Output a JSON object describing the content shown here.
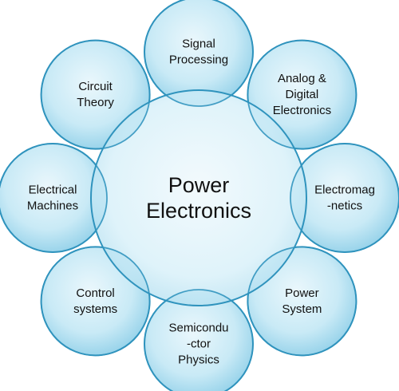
{
  "center": {
    "lines": [
      "Power",
      "Electronics"
    ]
  },
  "satellites": [
    {
      "id": "signal-processing",
      "lines": [
        "Signal",
        "Processing"
      ]
    },
    {
      "id": "analog-digital-electronics",
      "lines": [
        "Analog &",
        "Digital",
        "Electronics"
      ]
    },
    {
      "id": "electromagnetics",
      "lines": [
        "Electromag",
        "-netics"
      ]
    },
    {
      "id": "power-system",
      "lines": [
        "Power",
        "System"
      ]
    },
    {
      "id": "semiconductor-physics",
      "lines": [
        "Semicondu",
        "-ctor",
        "Physics"
      ]
    },
    {
      "id": "control-systems",
      "lines": [
        "Control",
        "systems"
      ]
    },
    {
      "id": "electrical-machines",
      "lines": [
        "Electrical",
        "Machines"
      ]
    },
    {
      "id": "circuit-theory",
      "lines": [
        "Circuit",
        "Theory"
      ]
    }
  ],
  "colors": {
    "fill_light": "#e6f5fb",
    "fill_mid": "#bfe6f5",
    "fill_edge": "#8fcfe8",
    "stroke": "#2f93bd",
    "text": "#111111"
  }
}
